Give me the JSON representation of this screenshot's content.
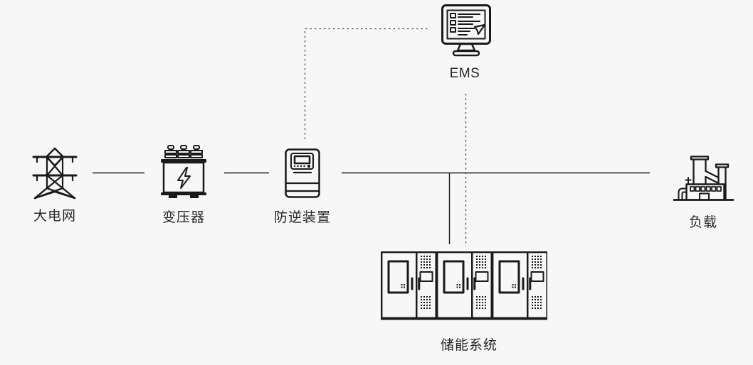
{
  "diagram": {
    "background_color": "#f7f7f7",
    "solid_line_color": "#1a1a1a",
    "dotted_line_color": "#454545",
    "text_color": "#262626",
    "nodes": [
      {
        "id": "grid",
        "label": "大电网",
        "icon": "transmission-tower-icon"
      },
      {
        "id": "transformer",
        "label": "变压器",
        "icon": "transformer-icon"
      },
      {
        "id": "anti-reverse-device",
        "label": "防逆装置",
        "icon": "inverter-device-icon"
      },
      {
        "id": "ems",
        "label": "EMS",
        "icon": "monitor-icon"
      },
      {
        "id": "load",
        "label": "负载",
        "icon": "factory-icon"
      },
      {
        "id": "storage",
        "label": "储能系统",
        "icon": "battery-cabinet-row-icon"
      }
    ],
    "connections": [
      {
        "from": "grid",
        "to": "transformer",
        "style": "solid"
      },
      {
        "from": "transformer",
        "to": "anti-reverse-device",
        "style": "solid"
      },
      {
        "from": "anti-reverse-device",
        "to": "load",
        "style": "solid"
      },
      {
        "from": "main-bus",
        "to": "storage",
        "style": "solid"
      },
      {
        "from": "anti-reverse-device",
        "to": "ems",
        "style": "dotted"
      },
      {
        "from": "ems",
        "to": "storage",
        "style": "dotted"
      }
    ]
  }
}
